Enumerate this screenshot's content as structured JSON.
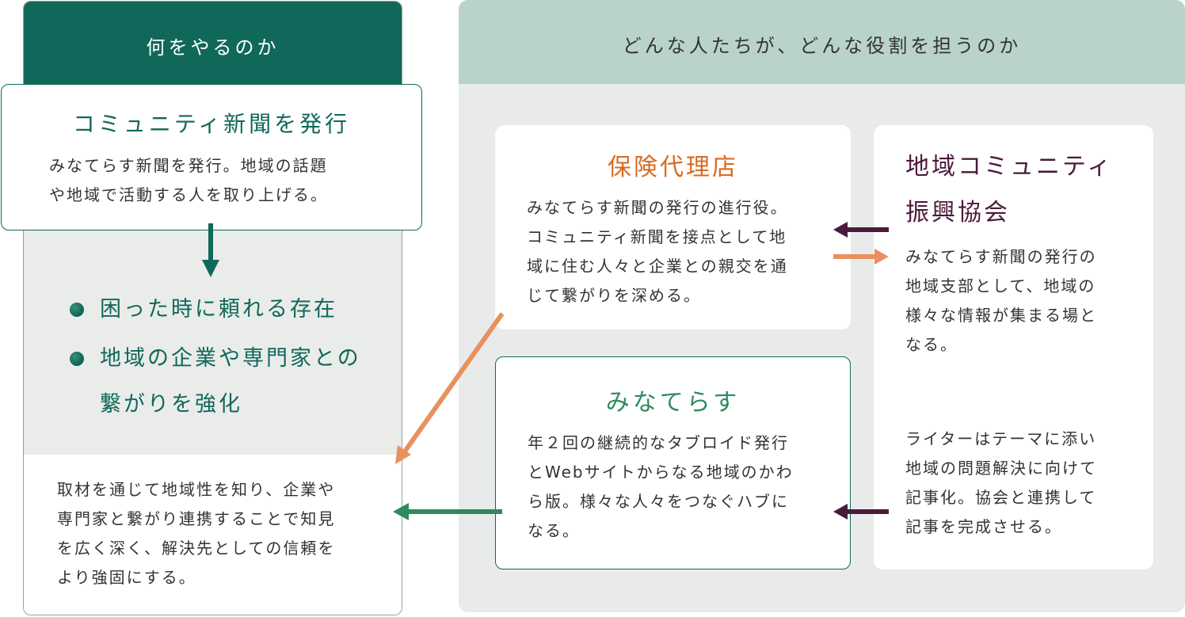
{
  "left": {
    "header": "何をやるのか",
    "community": {
      "title": "コミュニティ新聞を発行",
      "desc_line1": "みなてらす新聞を発行。地域の話題",
      "desc_line2": "や地域で活動する人を取り上げる。"
    },
    "bullets": {
      "item1": "困った時に頼れる存在",
      "item2_line1": "地域の企業や専門家との",
      "item2_line2": "繋がりを強化"
    },
    "bottom": {
      "line1": "取材を通じて地域性を知り、企業や",
      "line2": "専門家と繋がり連携することで知見",
      "line3": "を広く深く、解決先としての信頼を",
      "line4": "より強固にする。"
    }
  },
  "right": {
    "header": "どんな人たちが、どんな役割を担うのか",
    "insurance": {
      "title": "保険代理店",
      "line1": "みなてらす新聞の発行の進行役。",
      "line2": "コミュニティ新聞を接点として地",
      "line3": "域に住む人々と企業との親交を通",
      "line4": "じて繋がりを深める。"
    },
    "association": {
      "title_line1": "地域コミュニティ",
      "title_line2": "振興協会",
      "desc1_line1": "みなてらす新聞の発行の",
      "desc1_line2": "地域支部として、地域の",
      "desc1_line3": "様々な情報が集まる場と",
      "desc1_line4": "なる。",
      "desc2_line1": "ライターはテーマに添い",
      "desc2_line2": "地域の問題解決に向けて",
      "desc2_line3": "記事化。協会と連携して",
      "desc2_line4": "記事を完成させる。"
    },
    "minaterasu": {
      "title": "みなてらす",
      "line1": "年２回の継続的なタブロイド発行",
      "line2": "とWebサイトからなる地域のかわ",
      "line3": "ら版。様々な人々をつなぐハブに",
      "line4": "なる。"
    }
  },
  "colors": {
    "dark_green": "#10685a",
    "light_green": "#b9d3c8",
    "orange": "#d96a23",
    "orange_arrow": "#e8915f",
    "plum": "#4a1a3a",
    "green_arrow": "#2e8b5e"
  }
}
